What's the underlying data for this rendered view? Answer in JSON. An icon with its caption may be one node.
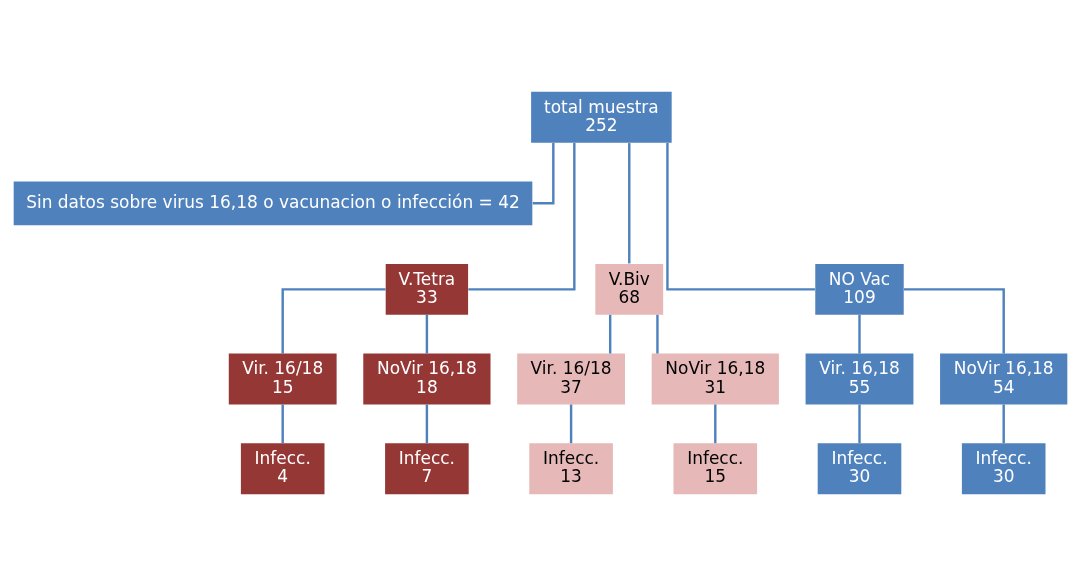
{
  "diagram": {
    "nodes": [
      {
        "text": [
          "total muestra",
          "252"
        ]
      },
      {
        "text": [
          "Sin datos sobre virus 16,18 o vacunacion o infección = 42"
        ]
      },
      {
        "text": [
          "V.Tetra",
          "33"
        ]
      },
      {
        "text": [
          "V.Biv",
          "68"
        ]
      },
      {
        "text": [
          "NO Vac",
          "109"
        ]
      },
      {
        "text": [
          "Vir. 16/18",
          "15"
        ]
      },
      {
        "text": [
          "NoVir 16,18",
          "18"
        ]
      },
      {
        "text": [
          "Vir. 16/18",
          "37"
        ]
      },
      {
        "text": [
          "NoVir 16,18",
          "31"
        ]
      },
      {
        "text": [
          "Vir. 16,18",
          "55"
        ]
      },
      {
        "text": [
          "NoVir 16,18",
          "54"
        ]
      },
      {
        "text": [
          "Infecc.",
          "4"
        ]
      },
      {
        "text": [
          "Infecc.",
          "7"
        ]
      },
      {
        "text": [
          "Infecc.",
          "13"
        ]
      },
      {
        "text": [
          "Infecc.",
          "15"
        ]
      },
      {
        "text": [
          "Infecc.",
          "30"
        ]
      },
      {
        "text": [
          "Infecc.",
          "30"
        ]
      }
    ],
    "edges": [
      {
        "from": 0,
        "to": 1,
        "arrow": "none"
      },
      {
        "from": 0,
        "to": 2,
        "arrow": "none"
      },
      {
        "from": 0,
        "to": 3,
        "arrow": "none"
      },
      {
        "from": 0,
        "to": 4,
        "arrow": "none"
      },
      {
        "from": 2,
        "to": 5,
        "arrow": "none"
      },
      {
        "from": 2,
        "to": 6,
        "arrow": "none"
      },
      {
        "from": 3,
        "to": 7,
        "arrow": "none"
      },
      {
        "from": 3,
        "to": 8,
        "arrow": "none"
      },
      {
        "from": 4,
        "to": 9,
        "arrow": "none"
      },
      {
        "from": 4,
        "to": 10,
        "arrow": "none"
      },
      {
        "from": 5,
        "to": 11,
        "arrow": "none"
      },
      {
        "from": 6,
        "to": 12,
        "arrow": "none"
      },
      {
        "from": 7,
        "to": 13,
        "arrow": "none"
      },
      {
        "from": 8,
        "to": 14,
        "arrow": "none"
      },
      {
        "from": 9,
        "to": 15,
        "arrow": "none"
      },
      {
        "from": 10,
        "to": 16,
        "arrow": "none"
      }
    ]
  }
}
